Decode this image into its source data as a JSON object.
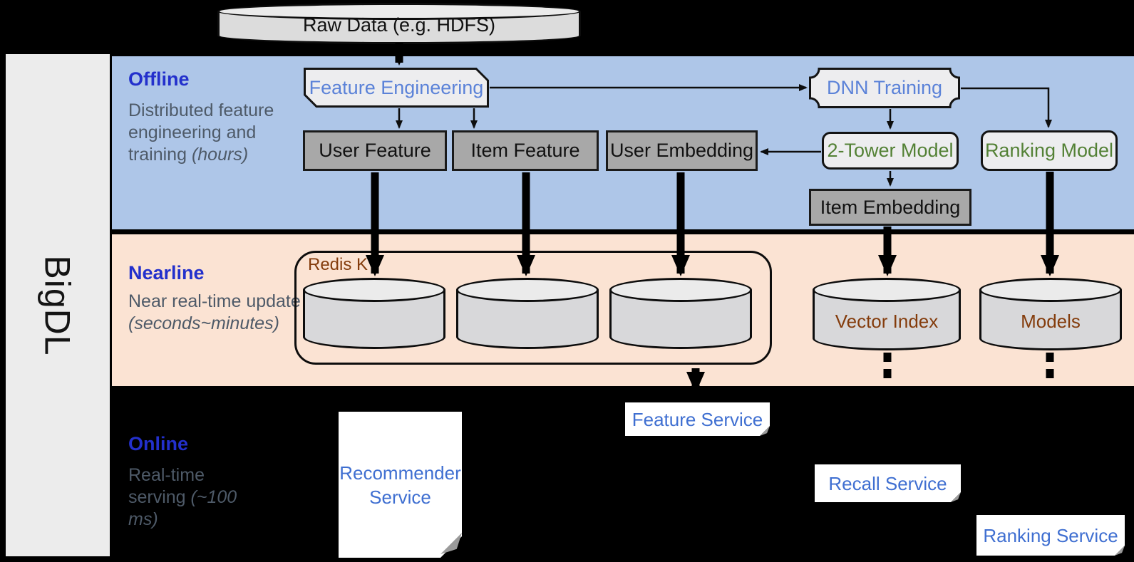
{
  "brand": {
    "label": "BigDL"
  },
  "raw_data": {
    "label": "Raw Data (e.g. HDFS)"
  },
  "bands": {
    "offline": {
      "title": "Offline",
      "subtitle": "Distributed feature engineering and training ",
      "subtitle_italic": "(hours)"
    },
    "nearline": {
      "title": "Nearline",
      "subtitle": "Near real-time update ",
      "subtitle_italic": "(seconds~minutes)"
    },
    "online": {
      "title": "Online",
      "subtitle": "Real-time serving ",
      "subtitle_italic": "(~100 ms)"
    }
  },
  "offline": {
    "feature_engineering": "Feature Engineering",
    "dnn_training": "DNN Training",
    "user_feature": "User Feature",
    "item_feature": "Item Feature",
    "user_embedding": "User Embedding",
    "two_tower_model": "2-Tower Model",
    "ranking_model": "Ranking Model",
    "item_embedding": "Item Embedding"
  },
  "nearline": {
    "redis_kv": "Redis KV",
    "vector_index": "Vector Index",
    "models": "Models"
  },
  "online": {
    "recommender_service": "Recommender Service",
    "feature_service": "Feature Service",
    "recall_service": "Recall Service",
    "ranking_service": "Ranking Service"
  },
  "colors": {
    "band_offline_bg": "#aec6e8",
    "band_nearline_bg": "#fbe3d3",
    "online_bg": "#000000",
    "band_title_blue": "#2330cc",
    "subtitle_gray": "#4e5a68",
    "process_text_blue": "#5b82d8",
    "service_text_blue": "#3f6fd1",
    "model_text_green": "#538135",
    "storage_text_brown": "#843c0c",
    "gray_box_fill": "#a8a8a8",
    "light_shape_fill": "#ededef",
    "cylinder_fill": "#d8d8da",
    "sidebar_fill": "#ececec"
  }
}
